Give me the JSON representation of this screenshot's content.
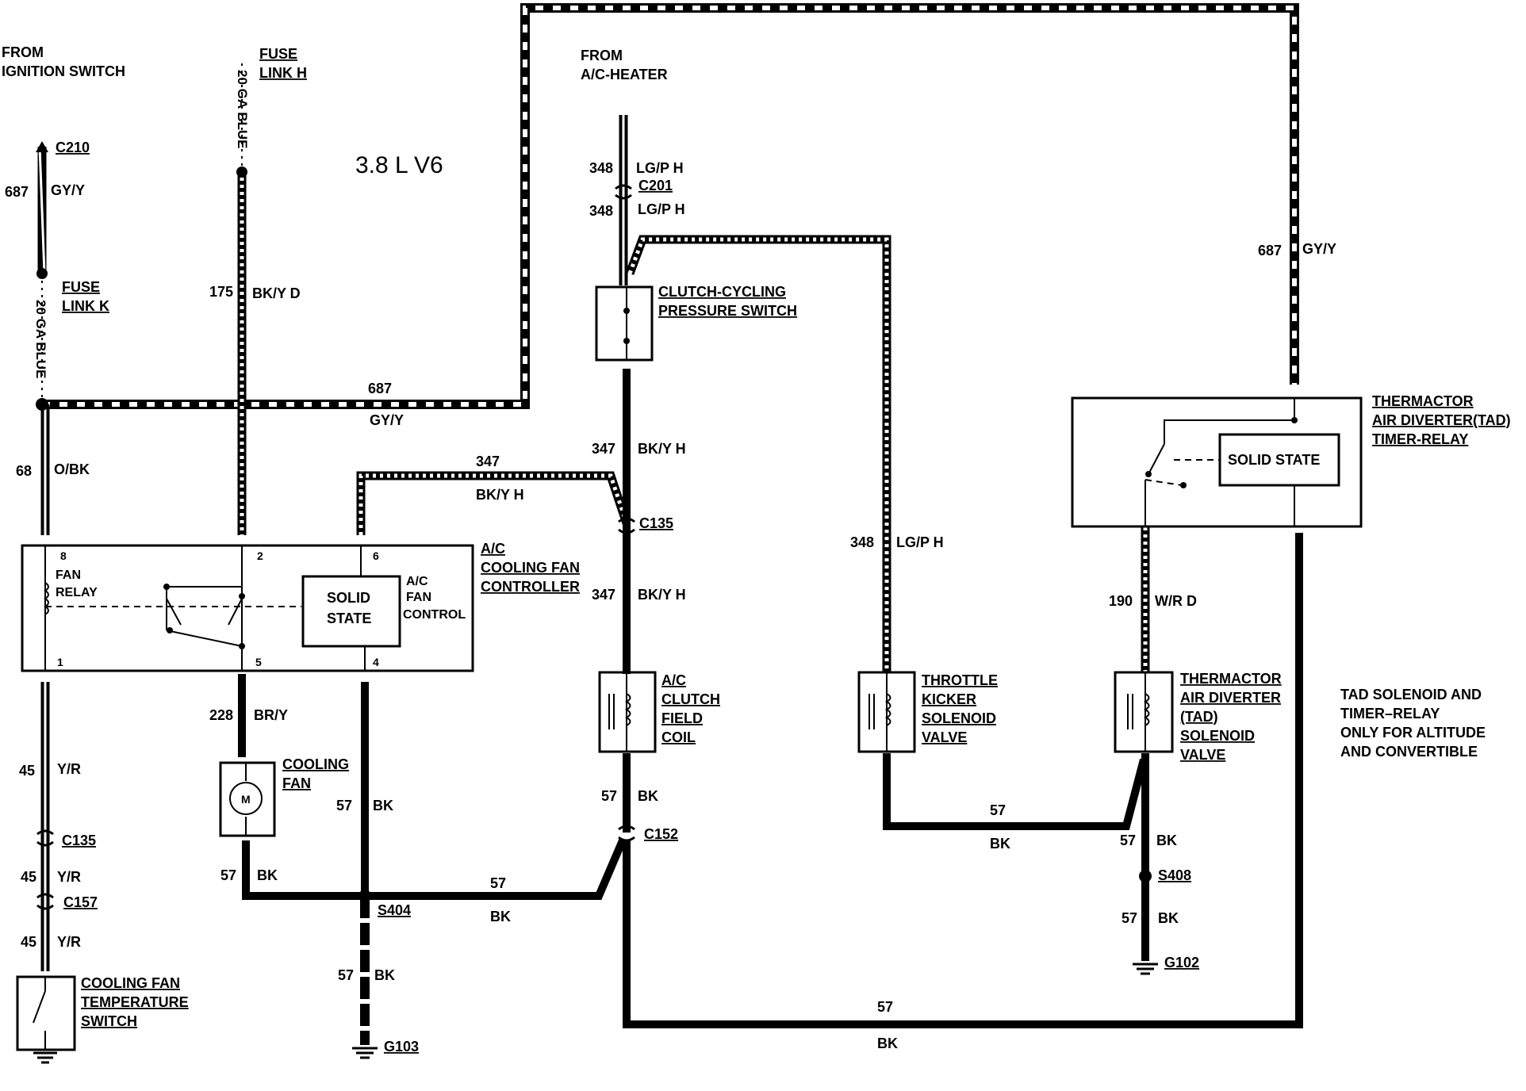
{
  "title": "3.8 L V6",
  "sources": {
    "ignition": [
      "FROM",
      "IGNITION SWITCH"
    ],
    "ac_heater": [
      "FROM",
      "A/C-HEATER"
    ]
  },
  "fuse_links": {
    "h": [
      "FUSE",
      "LINK H"
    ],
    "k": [
      "FUSE",
      "LINK K"
    ],
    "h_gauge": "20 GA BLUE",
    "k_gauge": "20 GA BLUE"
  },
  "connectors": {
    "c210": "C210",
    "c201": "C201",
    "c135_top": "C135",
    "c135_left": "C135",
    "c157": "C157",
    "c152": "C152"
  },
  "splices": {
    "s404": "S404",
    "s408": "S408"
  },
  "grounds": {
    "g103": "G103",
    "g102": "G102"
  },
  "wires": {
    "w687_left": {
      "num": "687",
      "color": "GY/Y"
    },
    "w687_main": {
      "num": "687",
      "color": "GY/Y"
    },
    "w687_right": {
      "num": "687",
      "color": "GY/Y"
    },
    "w175": {
      "num": "175",
      "color": "BK/Y D"
    },
    "w68": {
      "num": "68",
      "color": "O/BK"
    },
    "w347_top": {
      "num": "347",
      "color": "BK/Y H"
    },
    "w347_vert": {
      "num": "347",
      "color": "BK/Y H"
    },
    "w347_low": {
      "num": "347",
      "color": "BK/Y H"
    },
    "w348_a": {
      "num": "348",
      "color": "LG/P H"
    },
    "w348_b": {
      "num": "348",
      "color": "LG/P H"
    },
    "w348_c": {
      "num": "348",
      "color": "LG/P H"
    },
    "w228": {
      "num": "228",
      "color": "BR/Y"
    },
    "w45_a": {
      "num": "45",
      "color": "Y/R"
    },
    "w45_b": {
      "num": "45",
      "color": "Y/R"
    },
    "w45_c": {
      "num": "45",
      "color": "Y/R"
    },
    "w57_fan": {
      "num": "57",
      "color": "BK"
    },
    "w57_ctrl": {
      "num": "57",
      "color": "BK"
    },
    "w57_mid": {
      "num": "57",
      "color": "BK"
    },
    "w57_clutch": {
      "num": "57",
      "color": "BK"
    },
    "w57_g103": {
      "num": "57",
      "color": "BK"
    },
    "w57_bottom": {
      "num": "57",
      "color": "BK"
    },
    "w57_throttle": {
      "num": "57",
      "color": "BK"
    },
    "w57_s408a": {
      "num": "57",
      "color": "BK"
    },
    "w57_s408b": {
      "num": "57",
      "color": "BK"
    },
    "w190": {
      "num": "190",
      "color": "W/R D"
    }
  },
  "components": {
    "controller": [
      "A/C",
      "COOLING FAN",
      "CONTROLLER"
    ],
    "fan_relay": [
      "FAN",
      "RELAY"
    ],
    "solid_state": [
      "SOLID",
      "STATE"
    ],
    "ac_fan_control": [
      "A/C",
      "FAN",
      "CONTROL"
    ],
    "pins": [
      "8",
      "2",
      "6",
      "1",
      "5",
      "4"
    ],
    "clutch_switch": [
      "CLUTCH-CYCLING",
      "PRESSURE SWITCH"
    ],
    "clutch_coil": [
      "A/C",
      "CLUTCH",
      "FIELD",
      "COIL"
    ],
    "throttle_kicker": [
      "THROTTLE",
      "KICKER",
      "SOLENOID",
      "VALVE"
    ],
    "tad_relay": [
      "THERMACTOR",
      "AIR DIVERTER(TAD)",
      "TIMER-RELAY"
    ],
    "tad_solid_state": "SOLID STATE",
    "tad_valve": [
      "THERMACTOR",
      "AIR DIVERTER",
      "(TAD)",
      "SOLENOID",
      "VALVE"
    ],
    "cooling_fan": [
      "COOLING",
      "FAN"
    ],
    "motor": "M",
    "temp_switch": [
      "COOLING FAN",
      "TEMPERATURE",
      "SWITCH"
    ]
  },
  "note": [
    "TAD SOLENOID AND",
    "TIMER–RELAY",
    "ONLY FOR ALTITUDE",
    "AND CONVERTIBLE"
  ]
}
